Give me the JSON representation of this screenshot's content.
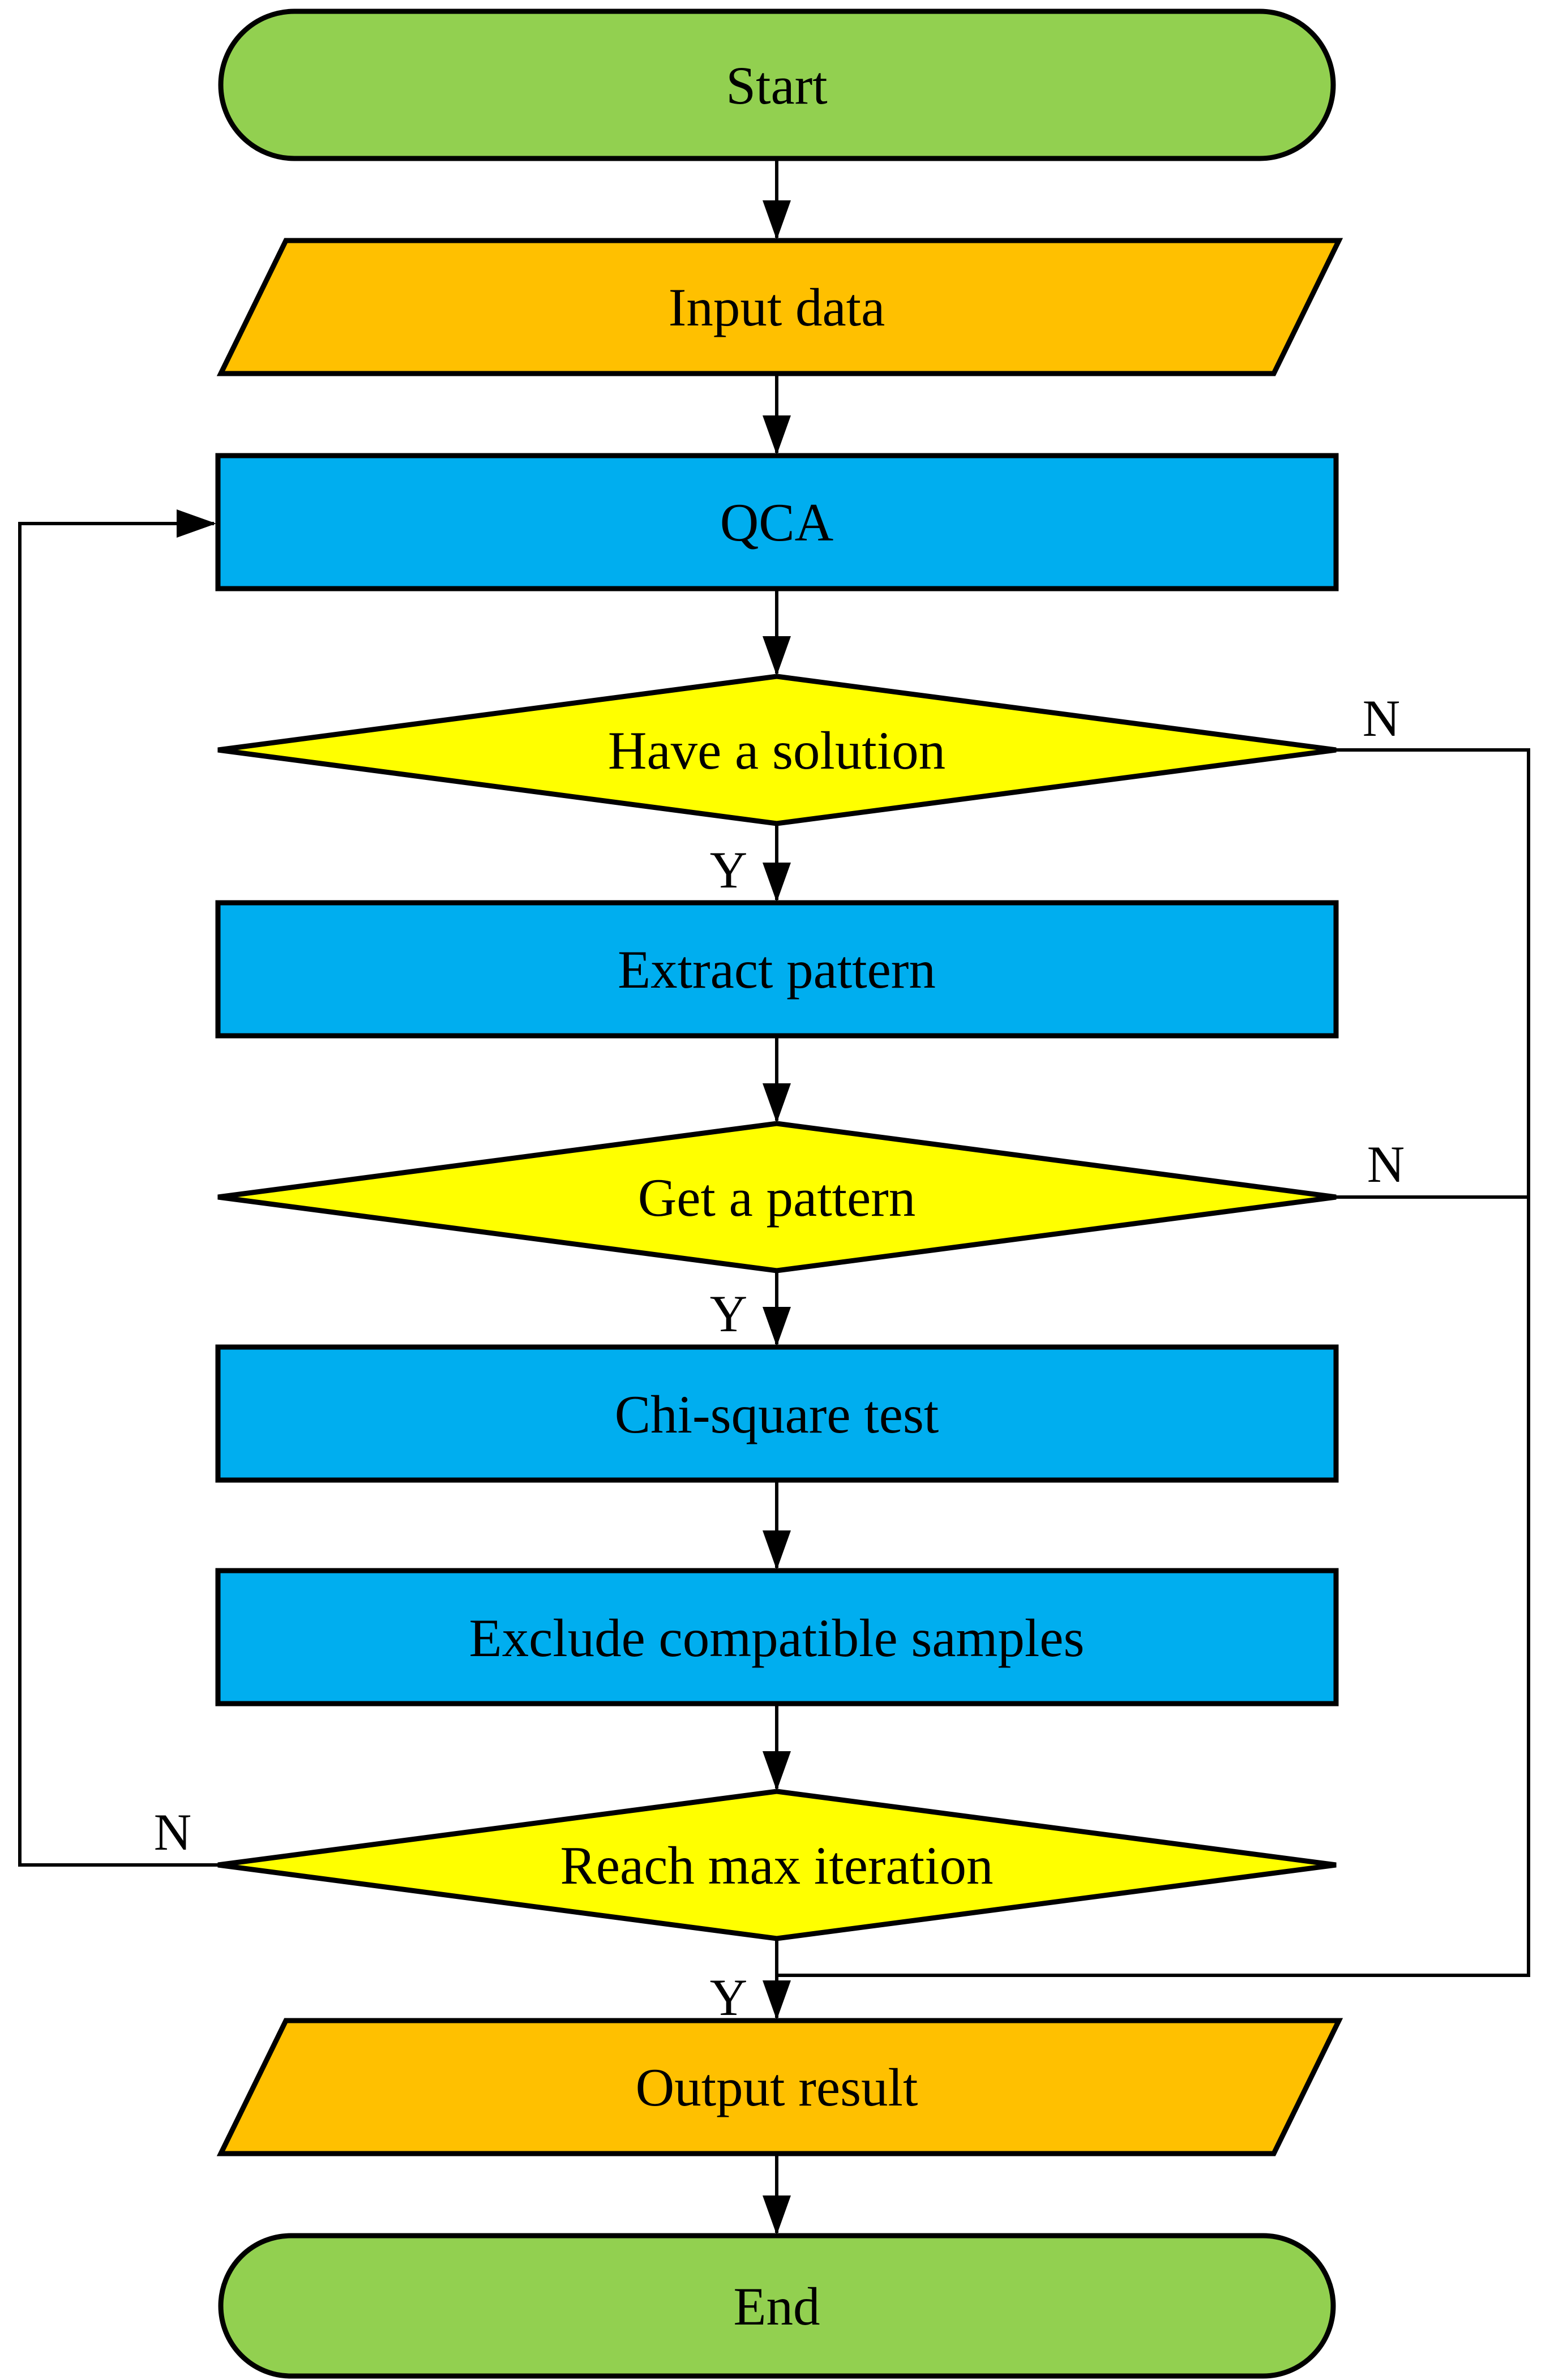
{
  "diagram": {
    "type": "flowchart",
    "background": "#FFFFFF",
    "outline_color": "#000000",
    "connector_color": "#000000",
    "branch_labels": {
      "yes": "Y",
      "no": "N"
    },
    "nodes": [
      {
        "id": "start",
        "type": "terminator",
        "label": "Start",
        "fill": "#92D050"
      },
      {
        "id": "input-data",
        "type": "input-output",
        "label": "Input data",
        "fill": "#FFC000"
      },
      {
        "id": "qca",
        "type": "process",
        "label": "QCA",
        "fill": "#00AEEF"
      },
      {
        "id": "have-a-solution",
        "type": "decision",
        "label": "Have a solution",
        "fill": "#FFFF00"
      },
      {
        "id": "extract-pattern",
        "type": "process",
        "label": "Extract pattern",
        "fill": "#00AEEF"
      },
      {
        "id": "get-a-pattern",
        "type": "decision",
        "label": "Get a pattern",
        "fill": "#FFFF00"
      },
      {
        "id": "chi-square-test",
        "type": "process",
        "label": "Chi-square test",
        "fill": "#00AEEF"
      },
      {
        "id": "exclude-compatible-samples",
        "type": "process",
        "label": "Exclude compatible samples",
        "fill": "#00AEEF"
      },
      {
        "id": "reach-max-iteration",
        "type": "decision",
        "label": "Reach max iteration",
        "fill": "#FFFF00"
      },
      {
        "id": "output-result",
        "type": "input-output",
        "label": "Output result",
        "fill": "#FFC000"
      },
      {
        "id": "end",
        "type": "terminator",
        "label": "End",
        "fill": "#92D050"
      }
    ],
    "edges": [
      {
        "from": "start",
        "to": "input-data",
        "label": ""
      },
      {
        "from": "input-data",
        "to": "qca",
        "label": ""
      },
      {
        "from": "qca",
        "to": "have-a-solution",
        "label": ""
      },
      {
        "from": "have-a-solution",
        "to": "extract-pattern",
        "label": "Y"
      },
      {
        "from": "have-a-solution",
        "to": "output-result",
        "label": "N"
      },
      {
        "from": "extract-pattern",
        "to": "get-a-pattern",
        "label": ""
      },
      {
        "from": "get-a-pattern",
        "to": "chi-square-test",
        "label": "Y"
      },
      {
        "from": "get-a-pattern",
        "to": "output-result",
        "label": "N"
      },
      {
        "from": "chi-square-test",
        "to": "exclude-compatible-samples",
        "label": ""
      },
      {
        "from": "exclude-compatible-samples",
        "to": "reach-max-iteration",
        "label": ""
      },
      {
        "from": "reach-max-iteration",
        "to": "output-result",
        "label": "Y"
      },
      {
        "from": "reach-max-iteration",
        "to": "qca",
        "label": "N"
      },
      {
        "from": "output-result",
        "to": "end",
        "label": ""
      }
    ]
  }
}
